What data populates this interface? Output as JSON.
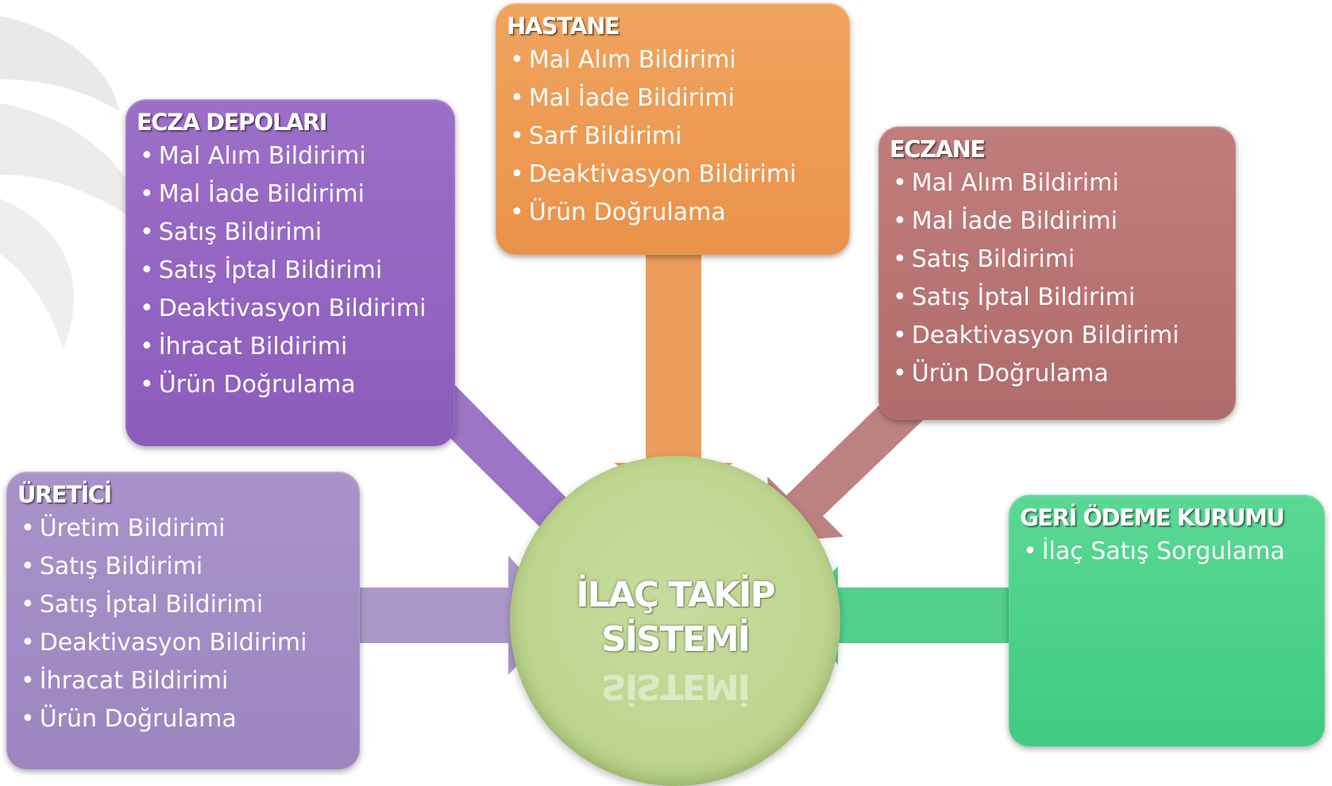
{
  "center": {
    "title_line1": "İLAÇ TAKİP",
    "title_line2": "SİSTEMİ"
  },
  "colors": {
    "hastane": "#ea924a",
    "ecza_depolari": "#8c5cbc",
    "eczane": "#b06c6b",
    "uretici": "#9d85c0",
    "geri_odeme": "#3fcb80",
    "center": "#bed58f"
  },
  "nodes": {
    "hastane": {
      "title": "HASTANE",
      "items": [
        "Mal Alım Bildirimi",
        "Mal İade Bildirimi",
        "Sarf Bildirimi",
        "Deaktivasyon Bildirimi",
        "Ürün Doğrulama"
      ]
    },
    "ecza_depolari": {
      "title": "ECZA DEPOLARI",
      "items": [
        "Mal Alım Bildirimi",
        "Mal İade Bildirimi",
        "Satış Bildirimi",
        "Satış İptal Bildirimi",
        "Deaktivasyon Bildirimi",
        "İhracat Bildirimi",
        "Ürün Doğrulama"
      ]
    },
    "eczane": {
      "title": "ECZANE",
      "items": [
        "Mal Alım Bildirimi",
        "Mal İade Bildirimi",
        "Satış Bildirimi",
        "Satış İptal Bildirimi",
        "Deaktivasyon Bildirimi",
        "Ürün Doğrulama"
      ]
    },
    "uretici": {
      "title": "ÜRETİCİ",
      "items": [
        "Üretim Bildirimi",
        "Satış Bildirimi",
        "Satış İptal Bildirimi",
        "Deaktivasyon Bildirimi",
        "İhracat Bildirimi",
        "Ürün Doğrulama"
      ]
    },
    "geri_odeme": {
      "title": "GERİ ÖDEME KURUMU",
      "items": [
        "İlaç Satış Sorgulama"
      ]
    }
  }
}
